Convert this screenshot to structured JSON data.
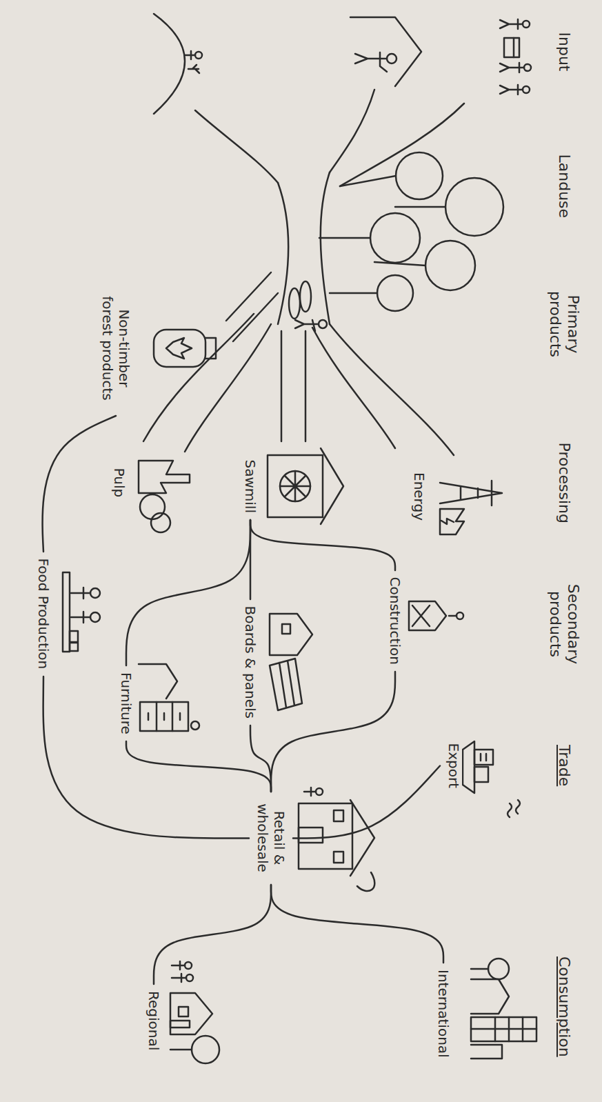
{
  "diagram": {
    "nodes": [
      {
        "text": [
          "Non-timber forest products"
        ]
      },
      {
        "text": [
          "Energy"
        ]
      },
      {
        "text": [
          "Sawmill"
        ]
      },
      {
        "text": [
          "Pulp"
        ]
      },
      {
        "text": [
          "Construction"
        ]
      },
      {
        "text": [
          "Boards & panels"
        ]
      },
      {
        "text": [
          "Furniture"
        ]
      },
      {
        "text": [
          "Food Production"
        ]
      },
      {
        "text": [
          "Export"
        ]
      },
      {
        "text": [
          "Retail & wholesale"
        ]
      },
      {
        "text": [
          "International"
        ]
      },
      {
        "text": [
          "Regional"
        ]
      }
    ],
    "edges": [
      {
        "from": 0,
        "to": 7,
        "arrow": "none"
      },
      {
        "from": 2,
        "to": 4,
        "arrow": "none"
      },
      {
        "from": 2,
        "to": 5,
        "arrow": "none"
      },
      {
        "from": 2,
        "to": 6,
        "arrow": "none"
      },
      {
        "from": 4,
        "to": 9,
        "arrow": "none"
      },
      {
        "from": 5,
        "to": 9,
        "arrow": "none"
      },
      {
        "from": 6,
        "to": 9,
        "arrow": "none"
      },
      {
        "from": 7,
        "to": 9,
        "arrow": "none"
      },
      {
        "from": 9,
        "to": 8,
        "arrow": "none"
      },
      {
        "from": 9,
        "to": 10,
        "arrow": "none"
      },
      {
        "from": 9,
        "to": 11,
        "arrow": "none"
      }
    ],
    "labels": [
      "Input",
      "Landuse",
      "Primary products",
      "Processing",
      "Secondary products",
      "Trade",
      "Consumption"
    ]
  }
}
